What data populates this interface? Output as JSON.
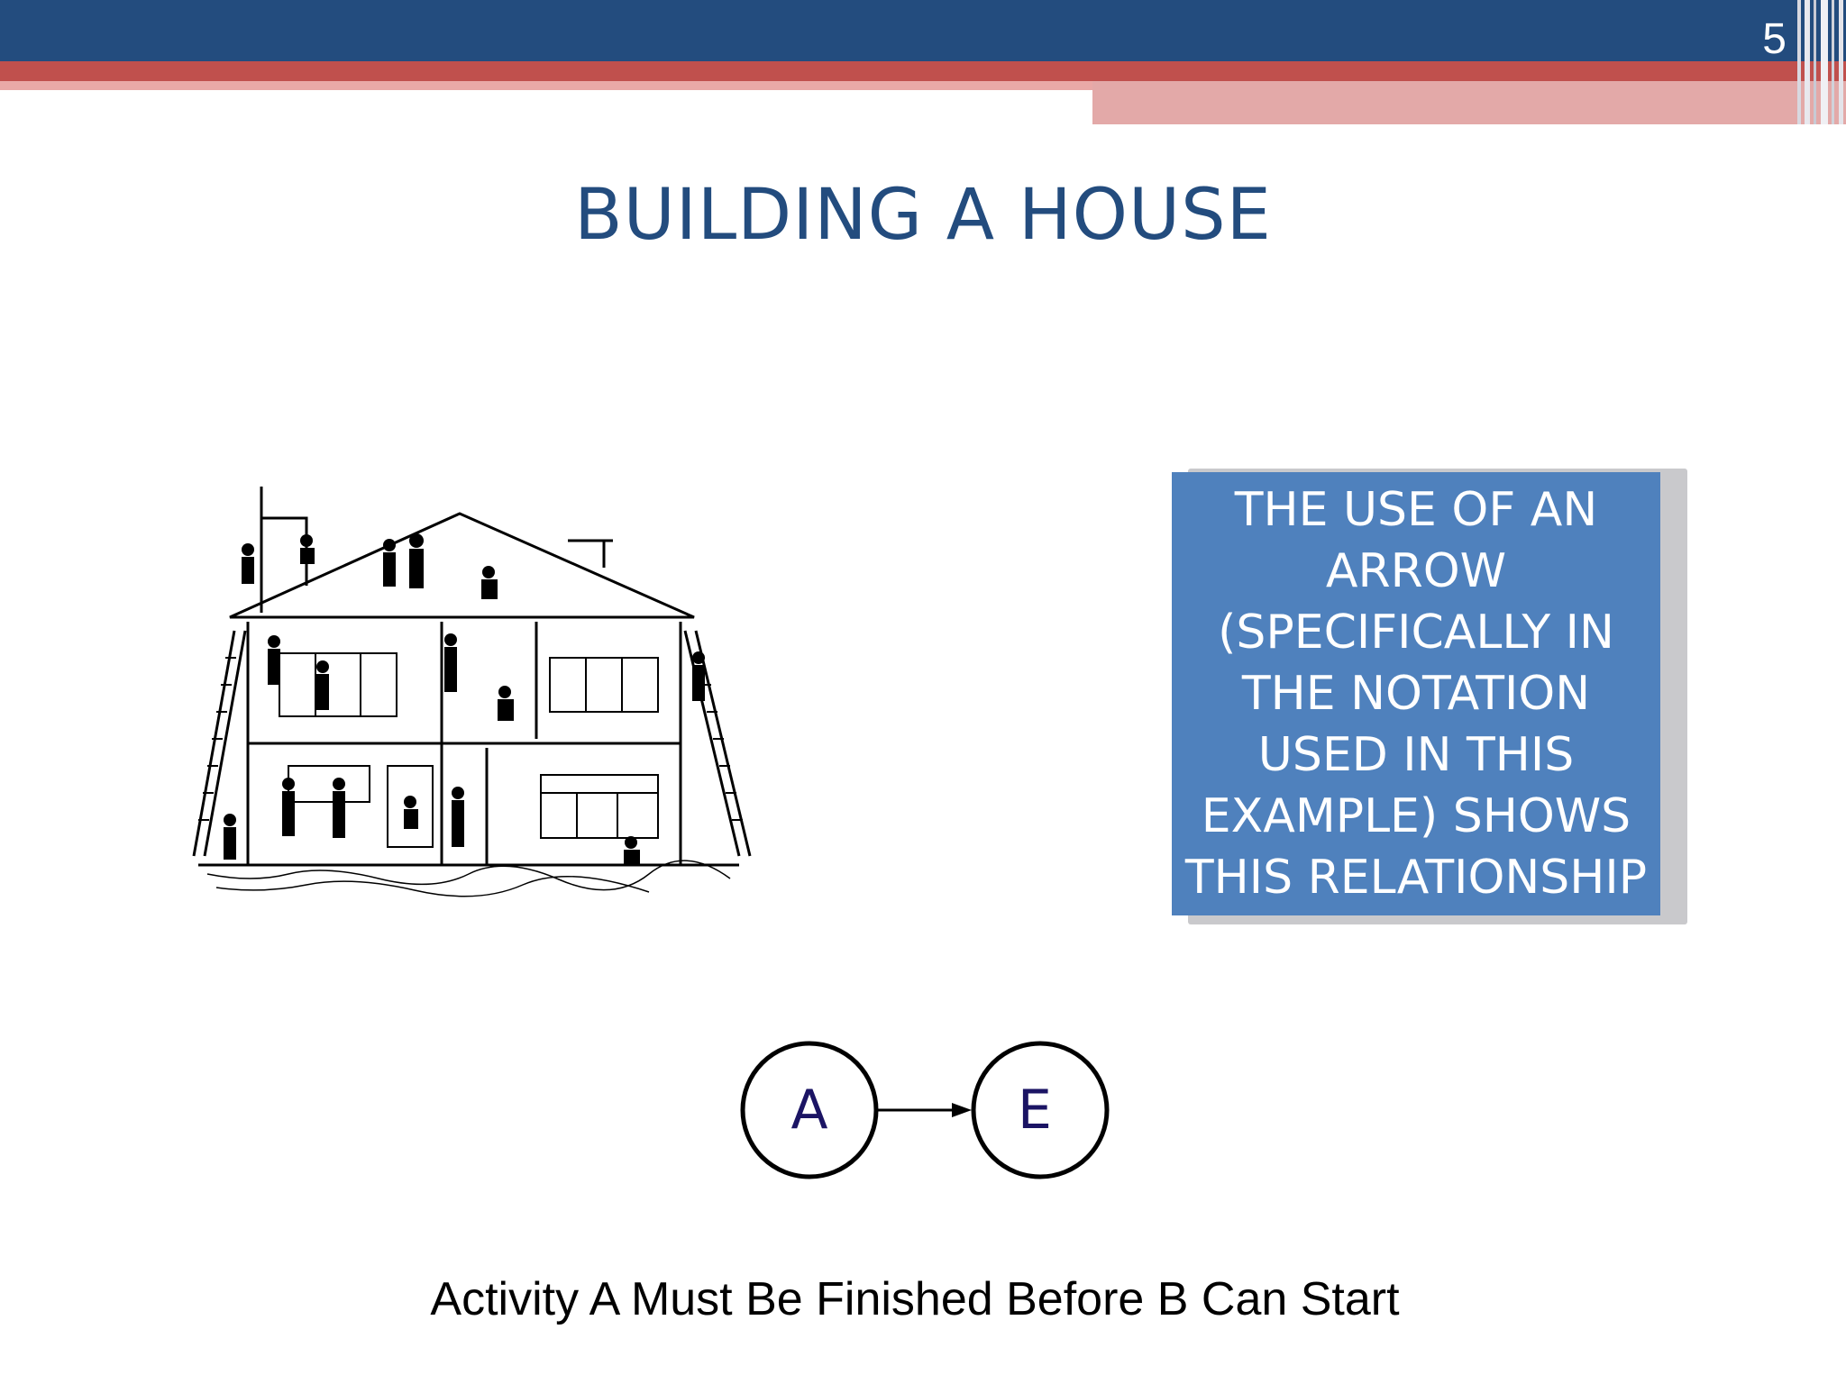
{
  "slide": {
    "number": "5",
    "title": "BUILDING A HOUSE"
  },
  "callout": {
    "text": "THE USE OF AN ARROW (SPECIFICALLY IN THE NOTATION USED IN THIS EXAMPLE) SHOWS THIS RELATIONSHIP"
  },
  "diagram": {
    "node_a": "A",
    "node_b": "E"
  },
  "caption": "Activity A Must Be Finished Before B Can Start",
  "colors": {
    "header_blue": "#234c7e",
    "header_red": "#c0504d",
    "callout_blue": "#4f81bd",
    "node_text": "#1b1464"
  }
}
